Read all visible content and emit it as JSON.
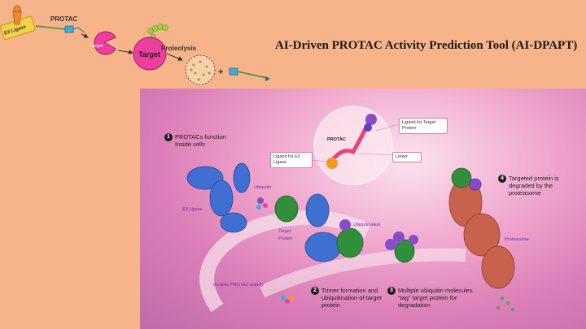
{
  "header": {
    "title": "AI-Driven PROTAC Activity Prediction Tool (AI-DPAPT)"
  },
  "schematic": {
    "e3_label": "E3 Ligase",
    "protac_label": "PROTAC",
    "target_small_label": "Target",
    "target_label": "Target",
    "proteolysis_label": "Proteolysis",
    "plus": "+"
  },
  "figure": {
    "step1": {
      "num": "1",
      "text": "PROTACs function Inside cells"
    },
    "step2": {
      "num": "2",
      "text": "Trimer formation and ubiquitination of target protein"
    },
    "step3": {
      "num": "3",
      "text": "Multiple ubiquitin molecules “tag” target protein for degradation"
    },
    "step4": {
      "num": "4",
      "text": "Targeted protein is degraded by the proteasome"
    },
    "protac_label": "PROTAC",
    "ligand_target": "Ligand for Target Protein",
    "ligand_e3": "Ligand for E3 Ligase",
    "linker": "Linker",
    "ubiquitin": "Ubiquitin",
    "e3_ligase": "E3 Ligase",
    "target_protein": "Target Protein",
    "ubiquitination": "Ubiquitination",
    "proteasome": "Proteasome",
    "iterative": "Iterative PROTAC activity"
  },
  "colors": {
    "background": "#f7b48a",
    "e3": "#3f6fd1",
    "target": "#2f8f3a",
    "ubiquitin": "#8a4bc9",
    "proteasome": "#c9614f",
    "target_pink": "#ee3fa0"
  }
}
